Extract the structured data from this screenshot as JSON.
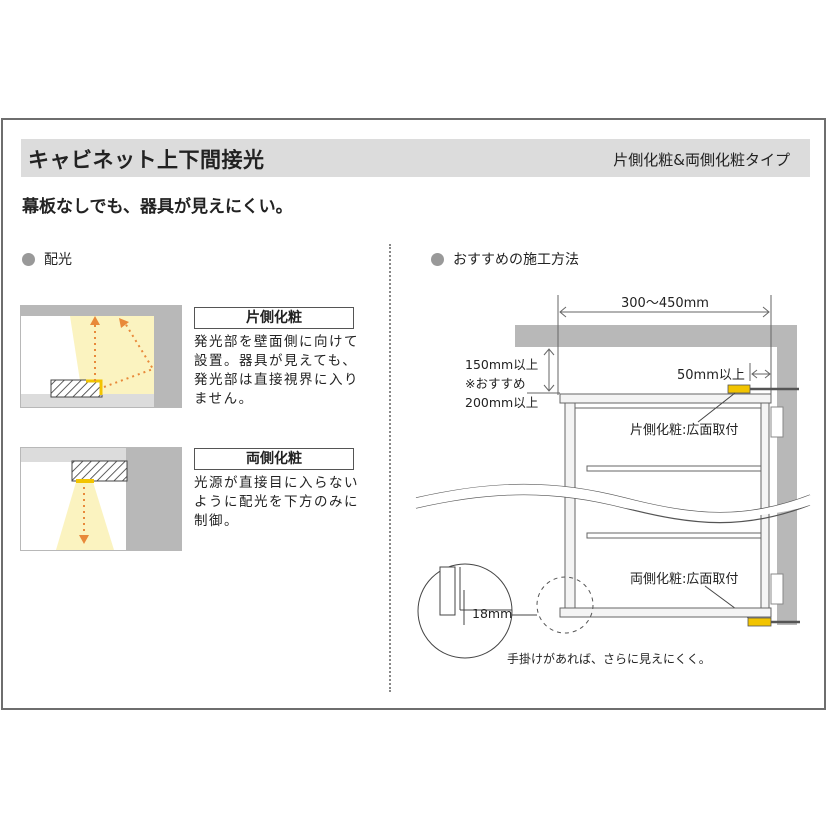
{
  "header": {
    "title": "キャビネット上下間接光",
    "type_label": "片側化粧&両側化粧タイプ"
  },
  "lead": "幕板なしでも、器具が見えにくい。",
  "left_section": {
    "heading": "配光",
    "items": [
      {
        "label": "片側化粧",
        "description": "発光部を壁面側に向けて設置。器具が見えても、発光部は直接視界に入りません。"
      },
      {
        "label": "両側化粧",
        "description": "光源が直接目に入らないように配光を下方のみに制御。"
      }
    ]
  },
  "right_section": {
    "heading": "おすすめの施工方法",
    "dim_width": "300〜450mm",
    "dim_height_line1": "150mm以上",
    "dim_height_line2": "※おすすめ",
    "dim_height_line3": "200mm以上",
    "dim_wall_gap": "50mm以上",
    "callout_top": "片側化粧:広面取付",
    "callout_bottom": "両側化粧:広面取付",
    "detail_dim": "18mm",
    "note": "手掛けがあれば、さらに見えにくく。"
  },
  "colors": {
    "title_bar": "#dcdcdc",
    "light_fixture": "#f2c400",
    "light_cone": "#fbf3c0",
    "arrow": "#e8893a",
    "wall": "#b8b8b8",
    "frame": "#6e6e6e"
  }
}
